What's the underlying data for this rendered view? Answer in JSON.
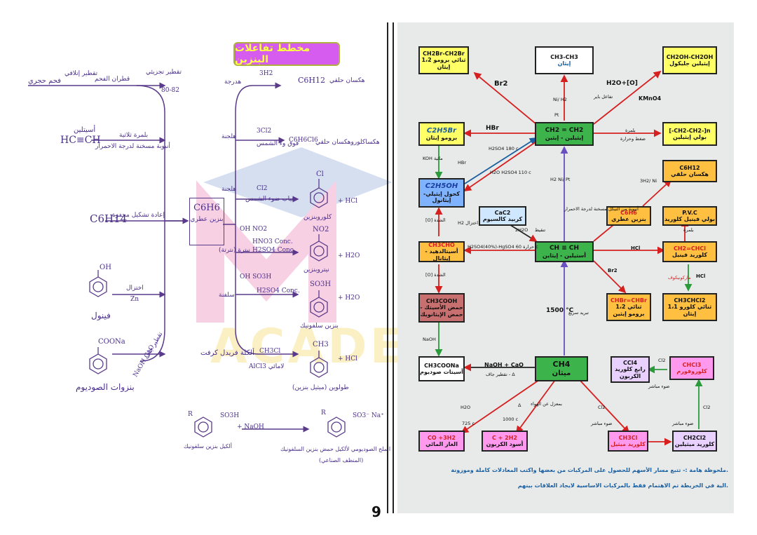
{
  "left": {
    "title": "مخطط تفاعلات البنزين",
    "page_number": "9",
    "sources": [
      {
        "name": "فحم حجري",
        "process": "تقطير إتلافي",
        "product": "قطران الفحم",
        "step": "تقطير تجزيئي",
        "temp": "80-82"
      },
      {
        "formula": "HC≡CH",
        "name": "أسيتلين",
        "process": "بلمرة ثلاثية",
        "cond": "أنبوبة مسخنة لدرجة الاحمرار"
      },
      {
        "formula": "C6H14",
        "process": "إعادة تشكيل محفزة"
      },
      {
        "name": "فينول",
        "process": "اختزال",
        "cond": "Zn"
      },
      {
        "formula": "COONa",
        "name": "بنزوات الصوديوم",
        "process": "تقطير جاف",
        "cond": "NaOH CaO"
      }
    ],
    "center": {
      "formula": "C6H6",
      "name": "بنزين عطري"
    },
    "reactions": [
      {
        "type": "هدرجة",
        "reagent": "3H2",
        "product": "C6H12",
        "product_name": "هكسان حلقي"
      },
      {
        "type": "هلجنة",
        "reagent": "3Cl2",
        "cond": "فوق وء الشمس",
        "product": "C6H6Cl6",
        "product_name": "هكساكلوروهكسان حلقي"
      },
      {
        "type": "هلجنة",
        "reagent": "Cl2",
        "cond": "غياب ضوء الشمس",
        "product": "Cl",
        "product_name": "كلوروبنزين",
        "byproduct": "+ HCl"
      },
      {
        "type": "نيترة (نترتة)",
        "reagent": "HNO3 Conc.",
        "reagent2": "H2SO4 Conc.",
        "group": "NO2",
        "product_name": "نيتروبنزين",
        "byproduct": "+ H2O",
        "mech": "OH NO2"
      },
      {
        "type": "سلفنة",
        "reagent": "H2SO4 Conc.",
        "group": "SO3H",
        "product_name": "بنزين سلفونيك",
        "byproduct": "+ H2O",
        "mech": "OH SO3H"
      },
      {
        "type": "ألكلة فريدل كرفت",
        "reagent": "CH3Cl",
        "cond": "AlCl3 لامائي",
        "group": "CH3",
        "product_name": "طولوين (ميثيل بنزين)",
        "byproduct": "+ HCl"
      }
    ],
    "bottom": {
      "reactant_group1": "R",
      "reactant_group2": "SO3H",
      "reactant_name": "ألكيل بنزين سلفونيك",
      "reagent": "+ NaOH",
      "product_group1": "R",
      "product_group2": "SO3⁻ Na⁺",
      "product_name": "الملح الصوديومي لألكيل حمض بنزين السلفونيك",
      "product_note": "(المنظف الصناعي)"
    }
  },
  "right": {
    "boxes": {
      "dibromo": {
        "f": "CH2Br-CH2Br",
        "n": "1،2 ثنائي برومو إيثان"
      },
      "ethane": {
        "f": "CH3-CH3",
        "n": "إيثان"
      },
      "glycol": {
        "f": "CH2OH-CH2OH",
        "n": "إيثيلين جليكول"
      },
      "bromoethane": {
        "f": "C2H5Br",
        "n": "برومو إيثان"
      },
      "ethylene": {
        "f": "CH2 = CH2",
        "n": "إيثيلين - إيثين"
      },
      "polyethylene": {
        "f": "[-CH2-CH2-]n",
        "n": "بولي إيثيلين"
      },
      "ethanol": {
        "f": "C2H5OH",
        "n": "كحول إيثيلي- إيثانول"
      },
      "cac2": {
        "f": "CaC2",
        "n": "كربيد كالسيوم"
      },
      "cyclohexane": {
        "f": "C6H12",
        "n": "هكسان حلقي"
      },
      "benzene": {
        "f": "C6H6",
        "n": "بنزين عطري"
      },
      "pvc": {
        "f": "P.V.C",
        "n": "بولي فينيل كلوريد"
      },
      "acetaldehyde": {
        "f": "CH3CHO",
        "n": "أسيتالدهيد - إيثانال"
      },
      "acetylene": {
        "f": "CH ≡ CH",
        "n": "أستيلين - إيثاين"
      },
      "vinyl": {
        "f": "CH2=CHCl",
        "n": "كلوريد فينيل"
      },
      "acetic": {
        "f": "CH3COOH",
        "n": "حمض الأسيتك - حمض الإيثانويك"
      },
      "dibromoethene": {
        "f": "CHBr=CHBr",
        "n": "1،2 ثنائي برومو إيثين"
      },
      "dichloroethane": {
        "f": "CH3CHCl2",
        "n": "1،1 ثنائي كلورو إيثان"
      },
      "acetate": {
        "f": "CH3COONa",
        "n": "أسيتات صوديوم"
      },
      "methane": {
        "f": "CH4",
        "n": "ميثان"
      },
      "ccl4": {
        "f": "CCl4",
        "n": "رابع كلوريد الكربون"
      },
      "chloroform": {
        "f": "CHCl3",
        "n": "كلوروفورم"
      },
      "watergas": {
        "f": "CO +3H2",
        "n": "الغاز المائي"
      },
      "carbonblack": {
        "f": "C + 2H2",
        "n": "أسود الكربون"
      },
      "methylchloride": {
        "f": "CH3Cl",
        "n": "كلوريد ميثيل"
      },
      "dichloromethane": {
        "f": "CH2Cl2",
        "n": "كلوريد ميثيلين"
      }
    },
    "labels": {
      "br2": "Br2",
      "nih2": "Ni/ H2",
      "pt": "Pt",
      "h2o_o": "H2O+[O]",
      "kmno4": "KMnO4",
      "tafaul": "تفاعل باير",
      "hbr": "HBr",
      "h2so4_180": "H2SO4 180 c",
      "polym": "بلمرة",
      "heat_press": "ضغط وحرارة",
      "koh": "KOH مائية",
      "hbr2": "HBr",
      "h2o_h2so4": "H2O H2SO4 110 c",
      "h2_ni_pt": "H2 Ni/ Pt",
      "three_h2": "3H2/ Ni",
      "tube": "أنبوبة من النيكل مسخنة لدرجة الاحمرار",
      "polym2": "بلمرة",
      "o_sharp": "[O] الشدة",
      "h2_red": "H2 اختزال",
      "h2o2": "2H2O",
      "tanqit": "تنقيط",
      "hgso4": "H2SO4(40%)-HgSO4 حرارة 60 c",
      "hcl": "HCl",
      "br2b": "Br2",
      "markov": "ماركونيكوف",
      "hcl2": "HCl",
      "o_sharp2": "[O] الشدة",
      "naoh": "NaOH",
      "cracking": "تبريد سريع",
      "temp1500": "1500 °C",
      "naoh_cao": "NaOH + CaO",
      "dry": "تقطير جاف - Δ",
      "cl2a": "Cl2",
      "cl2b": "Cl2",
      "sun": "ضوء مباشر",
      "h2o": "H2O",
      "c725": "725 c",
      "delta": "Δ",
      "c1000": "1000 c",
      "noair": "بمعزل عن الهواء",
      "cl2c": "Cl2",
      "sun2": "ضوء مباشر",
      "cl2d": "Cl2",
      "sun3": "ضوء مباشر",
      "cl2e": "Cl2",
      "sun4": "ضوء مباشر"
    },
    "note1": "ملحوظة هامة :- تتبع مسار الأسهم للحصول على المركبات من بعضها واكتب المعادلات كاملة وموزونة.",
    "note2": "الية في الخريطة تم الاهتمام فقط بالمركبات الاساسية لايجاد العلاقات بينهم."
  },
  "watermark": "ACADEMY",
  "colors": {
    "green": "#3cb44b",
    "yellow": "#ffff66",
    "orange": "#ffbf40",
    "pink": "#ff99ee",
    "purple_title": "#d65cf0"
  }
}
